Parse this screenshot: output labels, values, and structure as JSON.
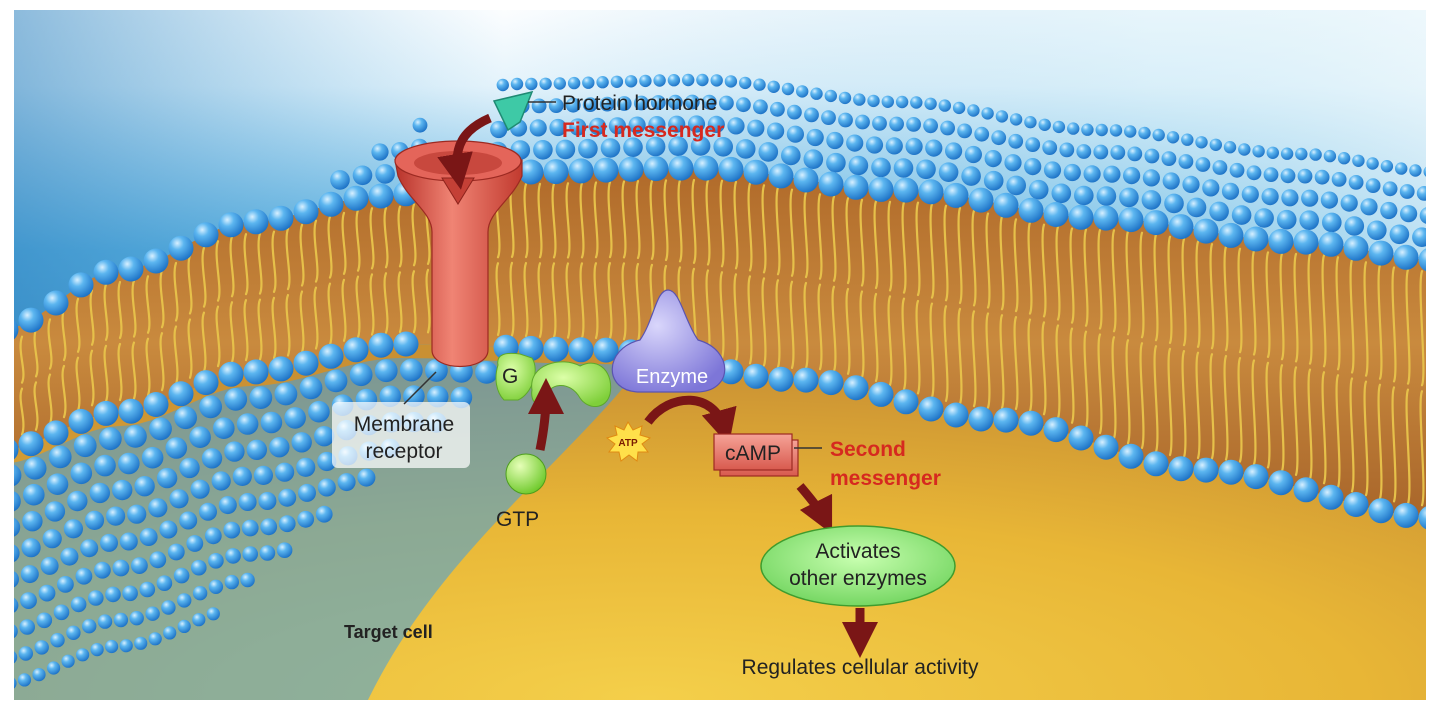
{
  "labels": {
    "protein_hormone": "Protein hormone",
    "first_messenger": "First messenger",
    "membrane_receptor_line1": "Membrane",
    "membrane_receptor_line2": "receptor",
    "g_protein": "G",
    "gtp": "GTP",
    "enzyme": "Enzyme",
    "atp": "ATP",
    "camp": "cAMP",
    "second_messenger_line1": "Second",
    "second_messenger_line2": "messenger",
    "activates_line1": "Activates",
    "activates_line2": "other enzymes",
    "regulates": "Regulates cellular activity",
    "target_cell": "Target cell"
  },
  "colors": {
    "accent_red": "#d6291f",
    "arrow": "#7a1616",
    "receptor": "#de5444",
    "enzyme": "#8d86e0",
    "g_protein": "#9ae055",
    "gtp": "#86dc3c",
    "camp": "#e8746a",
    "activates_ellipse": "#7ce06a",
    "phospholipid_head": "#2e9ae8",
    "extracellular_top": "#e4f3fb",
    "extracellular_blue": "#3a8fc8",
    "cytoplasm": "#e8b636"
  }
}
